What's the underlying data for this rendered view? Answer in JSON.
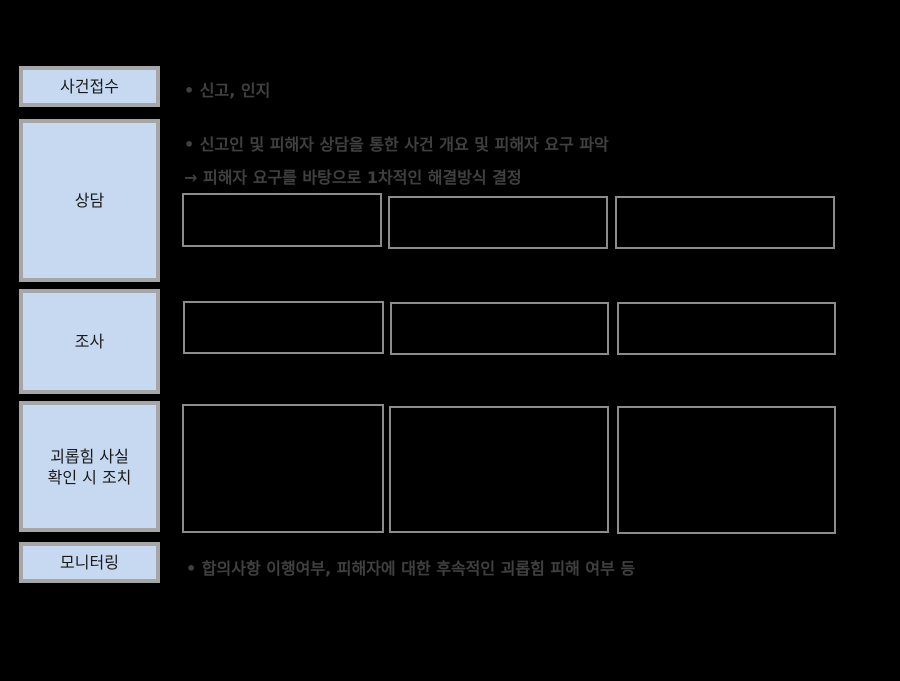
{
  "colors": {
    "background": "#000000",
    "stage_fill": "#c6d9f1",
    "stage_border": "#a6a6a6",
    "slot_border": "#8c8c8c",
    "desc_text": "#404040"
  },
  "stages": [
    {
      "label": "사건접수",
      "description": [
        "• 신고, 인지"
      ]
    },
    {
      "label": "상담",
      "description": [
        "• 신고인 및 피해자 상담을 통한 사건 개요 및 피해자 요구 파악",
        "→ 피해자 요구를 바탕으로 1차적인 해결방식 결정"
      ],
      "slots": 3
    },
    {
      "label": "조사",
      "slots": 3
    },
    {
      "label": "괴롭힘 사실\n확인 시 조치",
      "slots": 3
    },
    {
      "label": "모니터링",
      "description": [
        "• 합의사항 이행여부, 피해자에 대한 후속적인 괴롭힘 피해 여부 등"
      ]
    }
  ]
}
